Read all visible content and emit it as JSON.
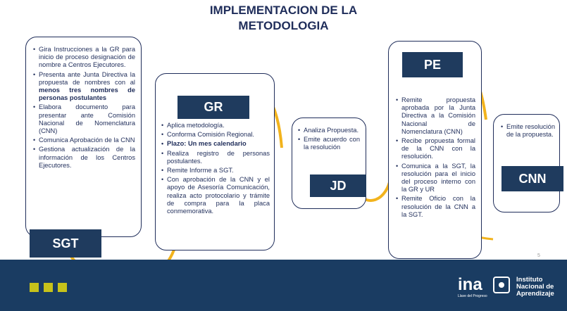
{
  "title": {
    "line1": "IMPLEMENTACION DE LA",
    "line2": "METODOLOGIA"
  },
  "colors": {
    "navy": "#1f3b5e",
    "curve": "#f2b31d",
    "footer": "#1a3c62",
    "squares": "#c7c21a"
  },
  "sgt": {
    "label": "SGT",
    "items": [
      "Gira Instrucciones a la GR para inicio de proceso designación de nombre a Centros Ejecutores.",
      "Presenta ante Junta Directiva la propuesta de nombres con al menos tres nombres de personas postulantes",
      "Elabora documento para presentar ante Comisión Nacional de Nomenclatura (CNN)",
      "Comunica Aprobación de la CNN",
      "Gestiona actualización de la información de los Centros Ejecutores."
    ],
    "item2_prefix": "Presenta ante Junta Directiva la propuesta de nombres con al ",
    "item2_bold": "menos tres nombres de personas postulantes"
  },
  "gr": {
    "label": "GR",
    "items": [
      "Aplica metodología.",
      "Conforma Comisión Regional.",
      "Plazo: Un mes calendario",
      "Realiza registro de personas postulantes.",
      "Remite Informe a SGT.",
      "Con aprobación de la CNN y el apoyo de Asesoría Comunicación, realiza acto protocolario y trámite de compra para la placa conmemorativa."
    ]
  },
  "jd": {
    "label": "JD",
    "items": [
      "Analiza Propuesta.",
      "Emite acuerdo con la resolución"
    ]
  },
  "pe": {
    "label": "PE",
    "items": [
      "Remite propuesta aprobada por la Junta Directiva a la Comisión Nacional de Nomenclatura (CNN)",
      "Recibe propuesta formal de la CNN con la resolución.",
      "Comunica a la SGT, la resolución para el inicio del proceso interno con la GR y UR",
      "Remite Oficio con la resolución de la CNN a la SGT."
    ]
  },
  "cnn": {
    "label": "CNN",
    "items": [
      "Emite resolución de la propuesta."
    ]
  },
  "footer": {
    "logo_word": "ina",
    "logo_tagline": "Llave del Progreso",
    "org_line1": "Instituto",
    "org_line2": "Nacional de",
    "org_line3": "Aprendizaje"
  },
  "page_number": "5"
}
